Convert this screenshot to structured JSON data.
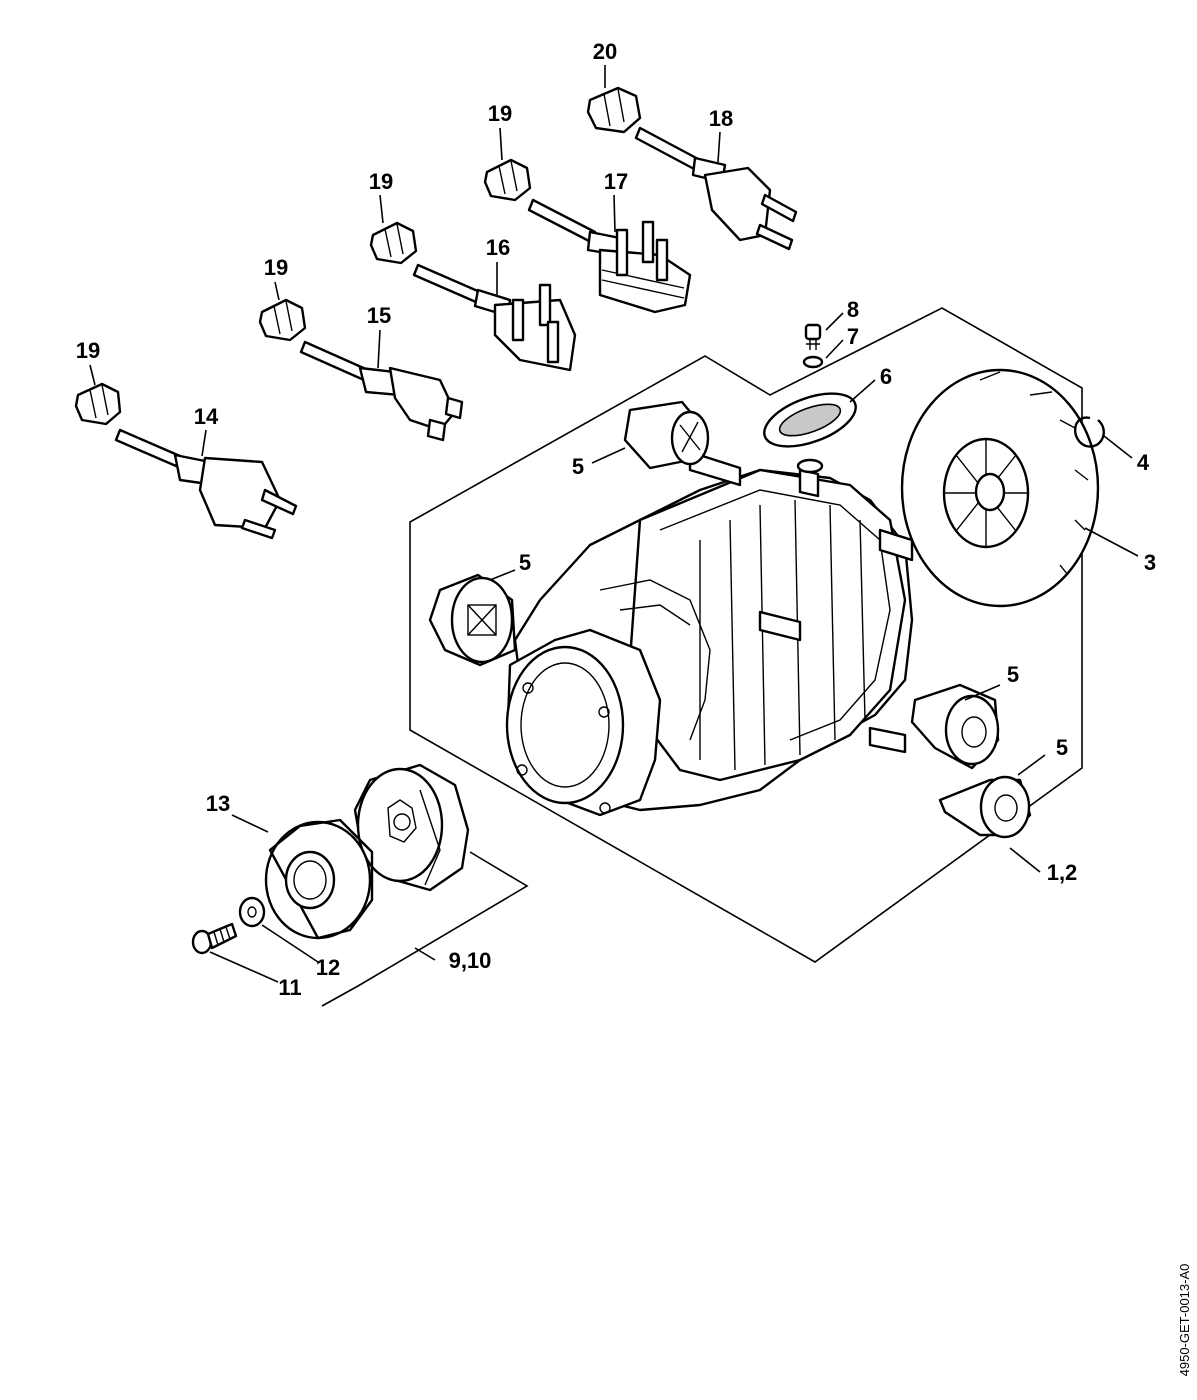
{
  "callouts": {
    "c1_2": "1,2",
    "c3": "3",
    "c4": "4",
    "c5a": "5",
    "c5b": "5",
    "c5c": "5",
    "c5d": "5",
    "c6": "6",
    "c7": "7",
    "c8": "8",
    "c9_10": "9,10",
    "c11": "11",
    "c12": "12",
    "c13": "13",
    "c14": "14",
    "c15": "15",
    "c16": "16",
    "c17": "17",
    "c18": "18",
    "c19a": "19",
    "c19b": "19",
    "c19c": "19",
    "c19d": "19",
    "c20": "20"
  },
  "reference_code": "4950-GET-0013-A0"
}
